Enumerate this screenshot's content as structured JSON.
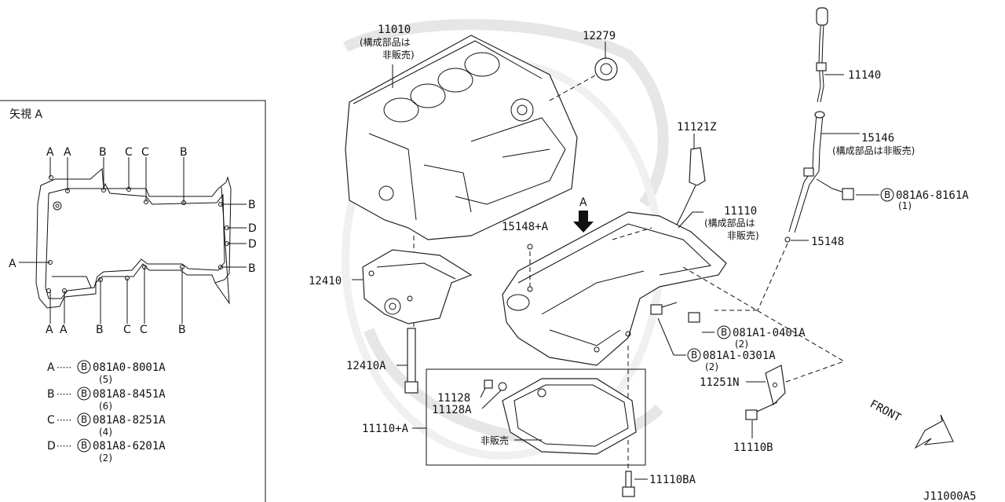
{
  "inset": {
    "title": "矢視 A",
    "top_letters": [
      "A",
      "A",
      "B",
      "C",
      "C",
      "B"
    ],
    "bottom_letters": [
      "A",
      "A",
      "B",
      "C",
      "C",
      "B"
    ],
    "left_letter": "A",
    "right_letters": [
      "B",
      "D",
      "D",
      "B"
    ],
    "legend": [
      {
        "key": "A",
        "code": "081A0-8001A",
        "qty": "(5)"
      },
      {
        "key": "B",
        "code": "081A8-8451A",
        "qty": "(6)"
      },
      {
        "key": "C",
        "code": "081A8-8251A",
        "qty": "(4)"
      },
      {
        "key": "D",
        "code": "081A8-6201A",
        "qty": "(2)"
      }
    ],
    "bolt_symbol": "B"
  },
  "callouts": {
    "p11010": "11010",
    "p11010_note1": "(構成部品は",
    "p11010_note2": "非販売)",
    "p12279": "12279",
    "p11140": "11140",
    "p15146": "15146",
    "p15146_note": "(構成部品は非販売)",
    "p11121z": "11121Z",
    "arrow_a": "A",
    "p15148a": "15148+A",
    "p11110": "11110",
    "p11110_note1": "(構成部品は",
    "p11110_note2": "非販売)",
    "p081a6": "081A6-8161A",
    "p081a6_qty": "(1)",
    "p15148": "15148",
    "p12410": "12410",
    "p081a1_0401": "081A1-0401A",
    "p081a1_0401_qty": "(2)",
    "p081a1_0301": "081A1-0301A",
    "p081a1_0301_qty": "(2)",
    "p12410a": "12410A",
    "p11251n": "11251N",
    "p11128": "11128",
    "p11128a": "11128A",
    "p11110a": "11110+A",
    "not_sold": "非販売",
    "front": "FRONT",
    "p11110b": "11110B",
    "p11110ba": "11110BA",
    "diagram_id": "J11000A5"
  }
}
